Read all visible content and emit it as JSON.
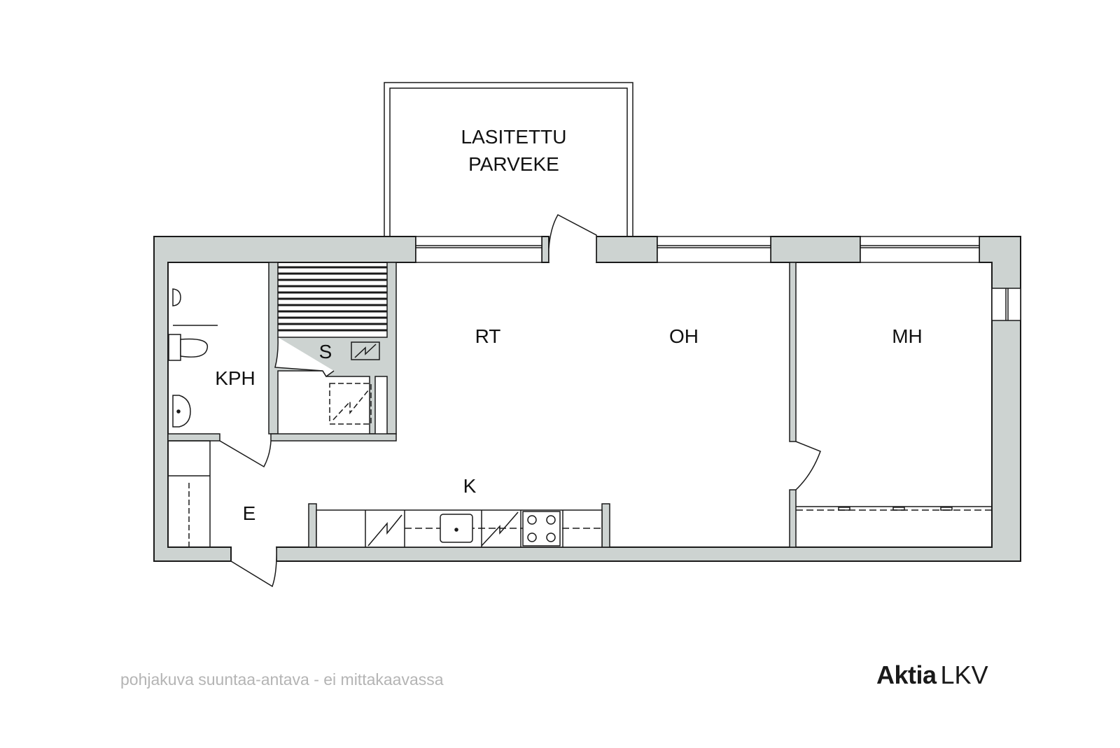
{
  "plan": {
    "rooms": {
      "balcony_line1": "LASITETTU",
      "balcony_line2": "PARVEKE",
      "rt": "RT",
      "oh": "OH",
      "mh": "MH",
      "s": "S",
      "kph": "KPH",
      "k": "K",
      "e": "E"
    },
    "colors": {
      "wall_fill": "#cdd3d1",
      "line": "#1a1a1a"
    }
  },
  "footer": {
    "note": "pohjakuva suuntaa-antava - ei mittakaavassa",
    "brand_bold": "Aktia",
    "brand_regular": "LKV"
  }
}
